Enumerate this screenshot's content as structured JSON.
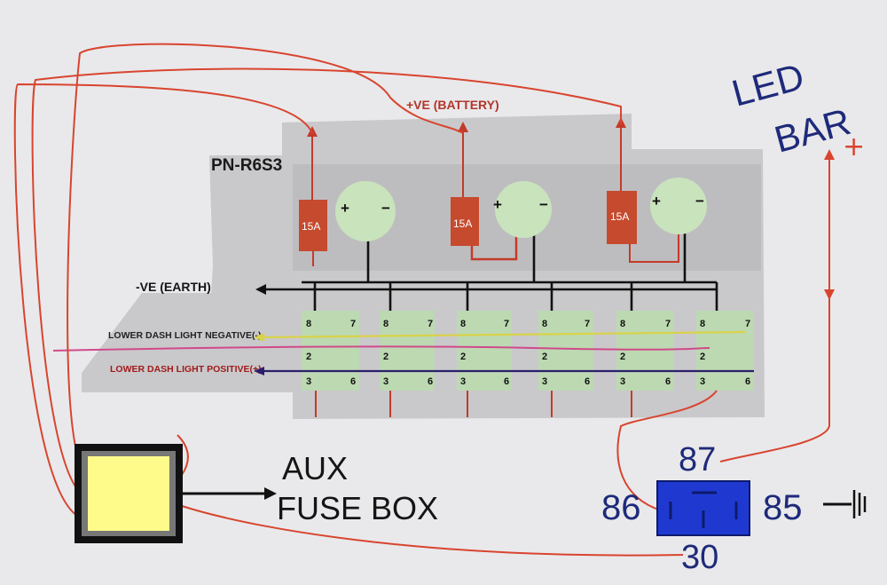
{
  "title": "PN-R6S3",
  "labels": {
    "battery": "+VE (BATTERY)",
    "earth": "-VE (EARTH)",
    "neg_line": "LOWER DASH LIGHT NEGATIVE(-)",
    "pos_line": "LOWER DASH LIGHT POSITIVE(+)"
  },
  "fuses": [
    "15A",
    "15A",
    "15A"
  ],
  "switch_terms": {
    "plus": "+",
    "minus": "−"
  },
  "pins": {
    "p8": "8",
    "p7": "7",
    "p2": "2",
    "p3": "3",
    "p6": "6"
  },
  "handwritten": {
    "led_line1": "LED",
    "led_line2": "BAR",
    "led_plus": "+",
    "aux_line1": "AUX",
    "aux_line2": "FUSE BOX",
    "relay_86": "86",
    "relay_87": "87",
    "relay_85": "85",
    "relay_30": "30"
  },
  "colors": {
    "wire_red": "#d8452f",
    "wire_black": "#111111",
    "wire_yellow": "#d9d24a",
    "wire_pink": "#d14a8a",
    "wire_navy": "#2a1f6b",
    "relay_blue": "#1f39d0",
    "fusebox_yellow": "#fffb8a",
    "module_green": "#bcd9b2",
    "switch_green": "#c9e3bd",
    "fuse_red": "#c64a2e",
    "hand_blue": "#1e2a7a"
  }
}
